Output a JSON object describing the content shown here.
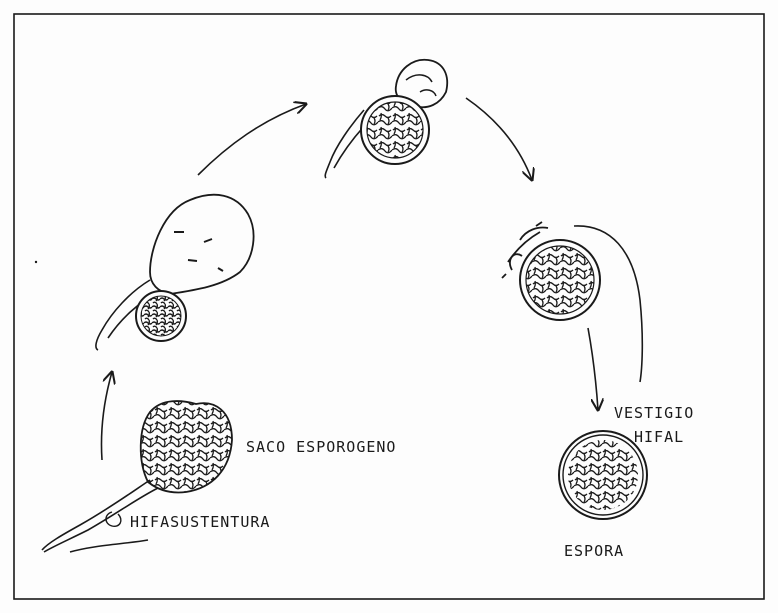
{
  "diagram": {
    "labels": {
      "saco_esporogeno": "SACO ESPOROGENO",
      "hifasustentura": "HIFASUSTENTURA",
      "vestigio": "VESTIGIO",
      "hifal": "HIFAL",
      "espora": "ESPORA"
    }
  },
  "colors": {
    "ink": "#1a1a1a",
    "background": "#fdfdfd"
  },
  "stages": [
    "saco-esporogeno-stage",
    "early-spore-stage",
    "collapsed-sac-stage",
    "detaching-spore-stage",
    "mature-spore-stage"
  ]
}
